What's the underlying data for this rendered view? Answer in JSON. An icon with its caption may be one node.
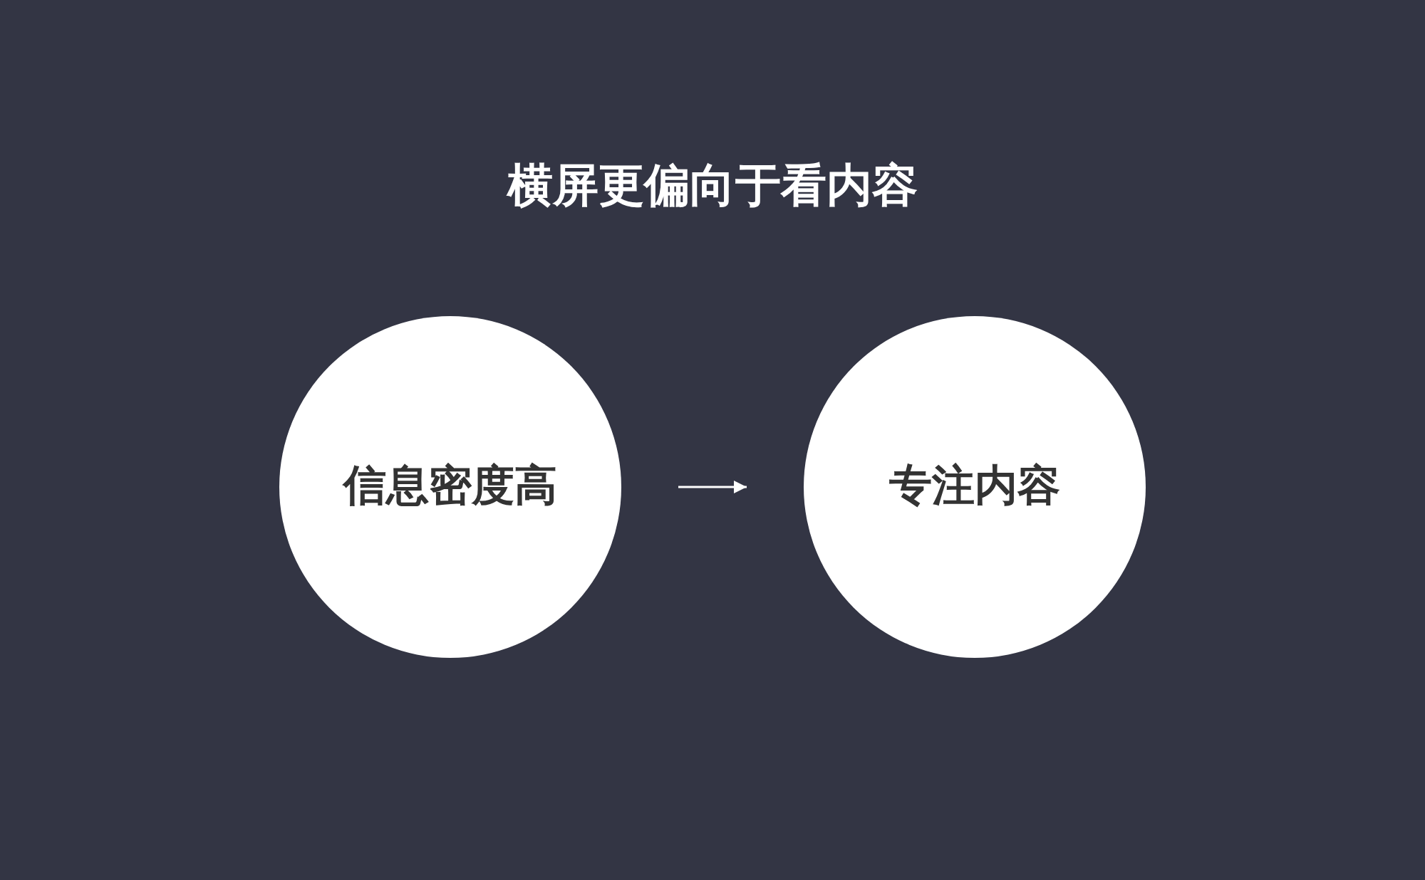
{
  "diagram": {
    "title": "横屏更偏向于看内容",
    "nodes": [
      {
        "text": [
          "信息密度高"
        ]
      },
      {
        "text": [
          "专注内容"
        ]
      }
    ],
    "edges": [
      {
        "from": 0,
        "to": 1,
        "arrow": "to"
      }
    ]
  }
}
